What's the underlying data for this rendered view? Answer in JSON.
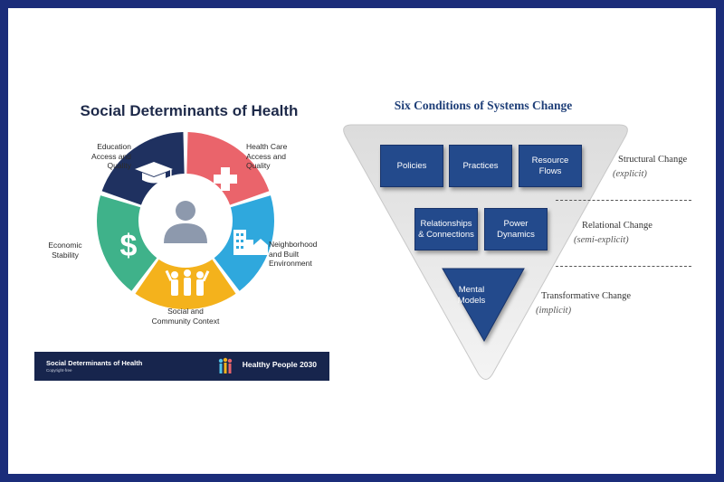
{
  "sdoh": {
    "title": "Social Determinants of Health",
    "segments": [
      {
        "label": "Education\nAccess and\nQuality",
        "color": "#1f3160"
      },
      {
        "label": "Health Care\nAccess and\nQuality",
        "color": "#ea646b"
      },
      {
        "label": "Neighborhood\nand Built\nEnvironment",
        "color": "#2fa8dd"
      },
      {
        "label": "Social and\nCommunity Context",
        "color": "#f4b21c"
      },
      {
        "label": "Economic\nStability",
        "color": "#3fb28a"
      }
    ],
    "banner": {
      "title": "Social Determinants of Health",
      "subtitle": "Copyright-free",
      "logo": "Healthy People 2030"
    }
  },
  "systems": {
    "title": "Six Conditions of Systems Change",
    "conditions": {
      "policies": "Policies",
      "practices": "Practices",
      "resource_flows": "Resource\nFlows",
      "relationships": "Relationships\n& Connections",
      "power_dynamics": "Power\nDynamics",
      "mental_models": "Mental\nModels"
    },
    "levels": [
      {
        "name": "Structural Change",
        "qualifier": "(explicit)"
      },
      {
        "name": "Relational Change",
        "qualifier": "(semi-explicit)"
      },
      {
        "name": "Transformative Change",
        "qualifier": "(implicit)"
      }
    ]
  }
}
